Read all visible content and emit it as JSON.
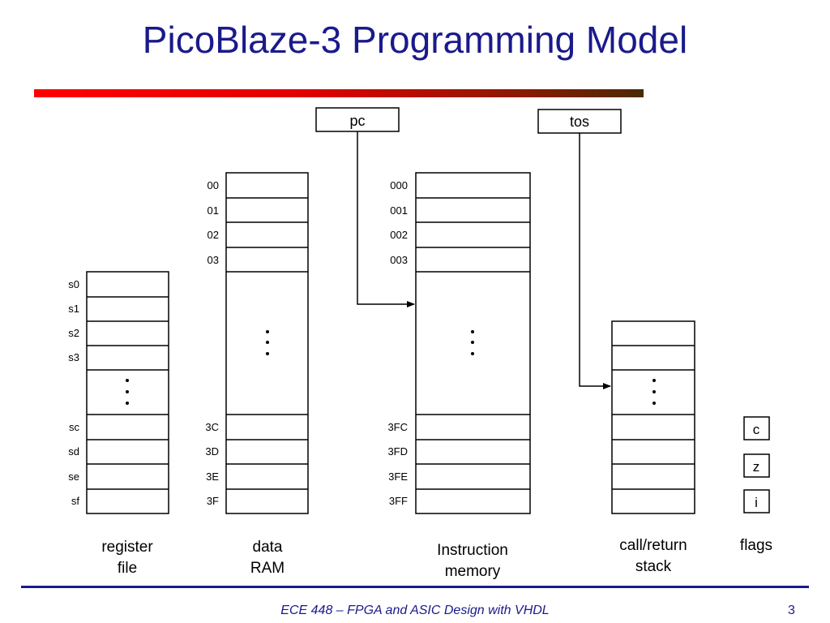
{
  "slide": {
    "title": "PicoBlaze-3 Programming Model",
    "footer": "ECE 448 – FPGA and ASIC Design with VHDL",
    "page_number": "3"
  },
  "diagram": {
    "pointers": {
      "pc": "pc",
      "tos": "tos"
    },
    "register_file": {
      "top_labels": [
        "s0",
        "s1",
        "s2",
        "s3"
      ],
      "bottom_labels": [
        "sc",
        "sd",
        "se",
        "sf"
      ],
      "caption_line1": "register",
      "caption_line2": "file"
    },
    "data_ram": {
      "top_labels": [
        "00",
        "01",
        "02",
        "03"
      ],
      "bottom_labels": [
        "3C",
        "3D",
        "3E",
        "3F"
      ],
      "caption_line1": "data",
      "caption_line2": "RAM"
    },
    "instruction_memory": {
      "top_labels": [
        "000",
        "001",
        "002",
        "003"
      ],
      "bottom_labels": [
        "3FC",
        "3FD",
        "3FE",
        "3FF"
      ],
      "caption_line1": "Instruction",
      "caption_line2": "memory"
    },
    "call_return_stack": {
      "caption_line1": "call/return",
      "caption_line2": "stack"
    },
    "flags": {
      "items": [
        "c",
        "z",
        "i"
      ],
      "caption": "flags"
    }
  }
}
